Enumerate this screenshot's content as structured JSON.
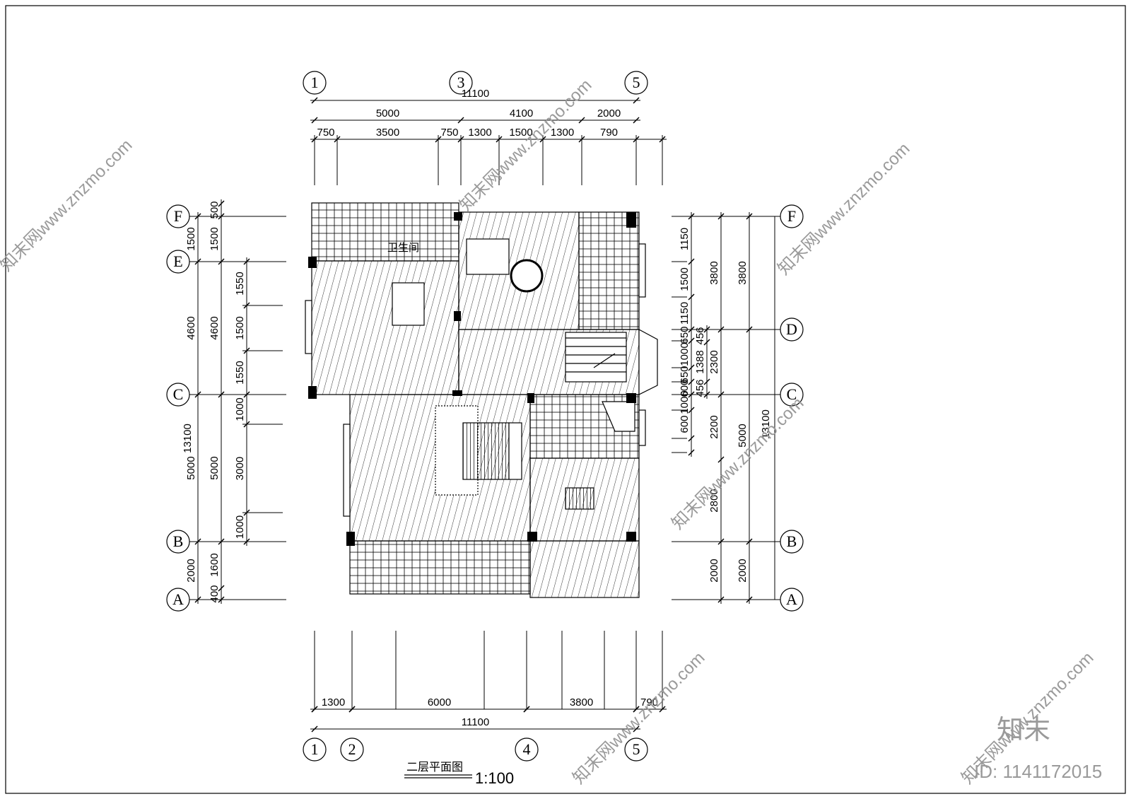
{
  "drawing": {
    "title": "二层平面图",
    "scale": "1:100"
  },
  "axes": {
    "top": [
      "1",
      "3",
      "5"
    ],
    "bottom": [
      "1",
      "2",
      "4",
      "5"
    ],
    "left": [
      "F",
      "E",
      "C",
      "B",
      "A"
    ],
    "right": [
      "F",
      "D",
      "C",
      "B",
      "A"
    ]
  },
  "dimensions": {
    "top_total": "11100",
    "top_row2": [
      "5000",
      "4100",
      "2000"
    ],
    "top_row3": [
      "750",
      "3500",
      "750",
      "1300",
      "1500",
      "1300",
      "790"
    ],
    "bottom_row1": [
      "1300",
      "6000",
      "3800",
      "790"
    ],
    "bottom_total": "11100",
    "left_total": "13100",
    "left_outer": [
      "1500",
      "4600",
      "5000",
      "2000"
    ],
    "left_mid": [
      "500",
      "1500",
      "4600",
      "5000",
      "1600",
      "400"
    ],
    "left_inner": [
      "1550",
      "1500",
      "1550",
      "1000",
      "3000",
      "1000"
    ],
    "right_inner": [
      "1150",
      "1500",
      "1150",
      "650",
      "1000",
      "650",
      "600",
      "1000",
      "600"
    ],
    "right_inner2": [
      "456",
      "1388",
      "456"
    ],
    "right_mid": [
      "3800",
      "2300",
      "2200",
      "2800",
      "2000"
    ],
    "right_outer": [
      "3800",
      "5000",
      "2000"
    ],
    "right_total": "13100"
  },
  "room_label": "卫生间",
  "watermark": {
    "text": "知末网www.znzmo.com",
    "brand": "知末",
    "id": "ID: 1141172015"
  }
}
